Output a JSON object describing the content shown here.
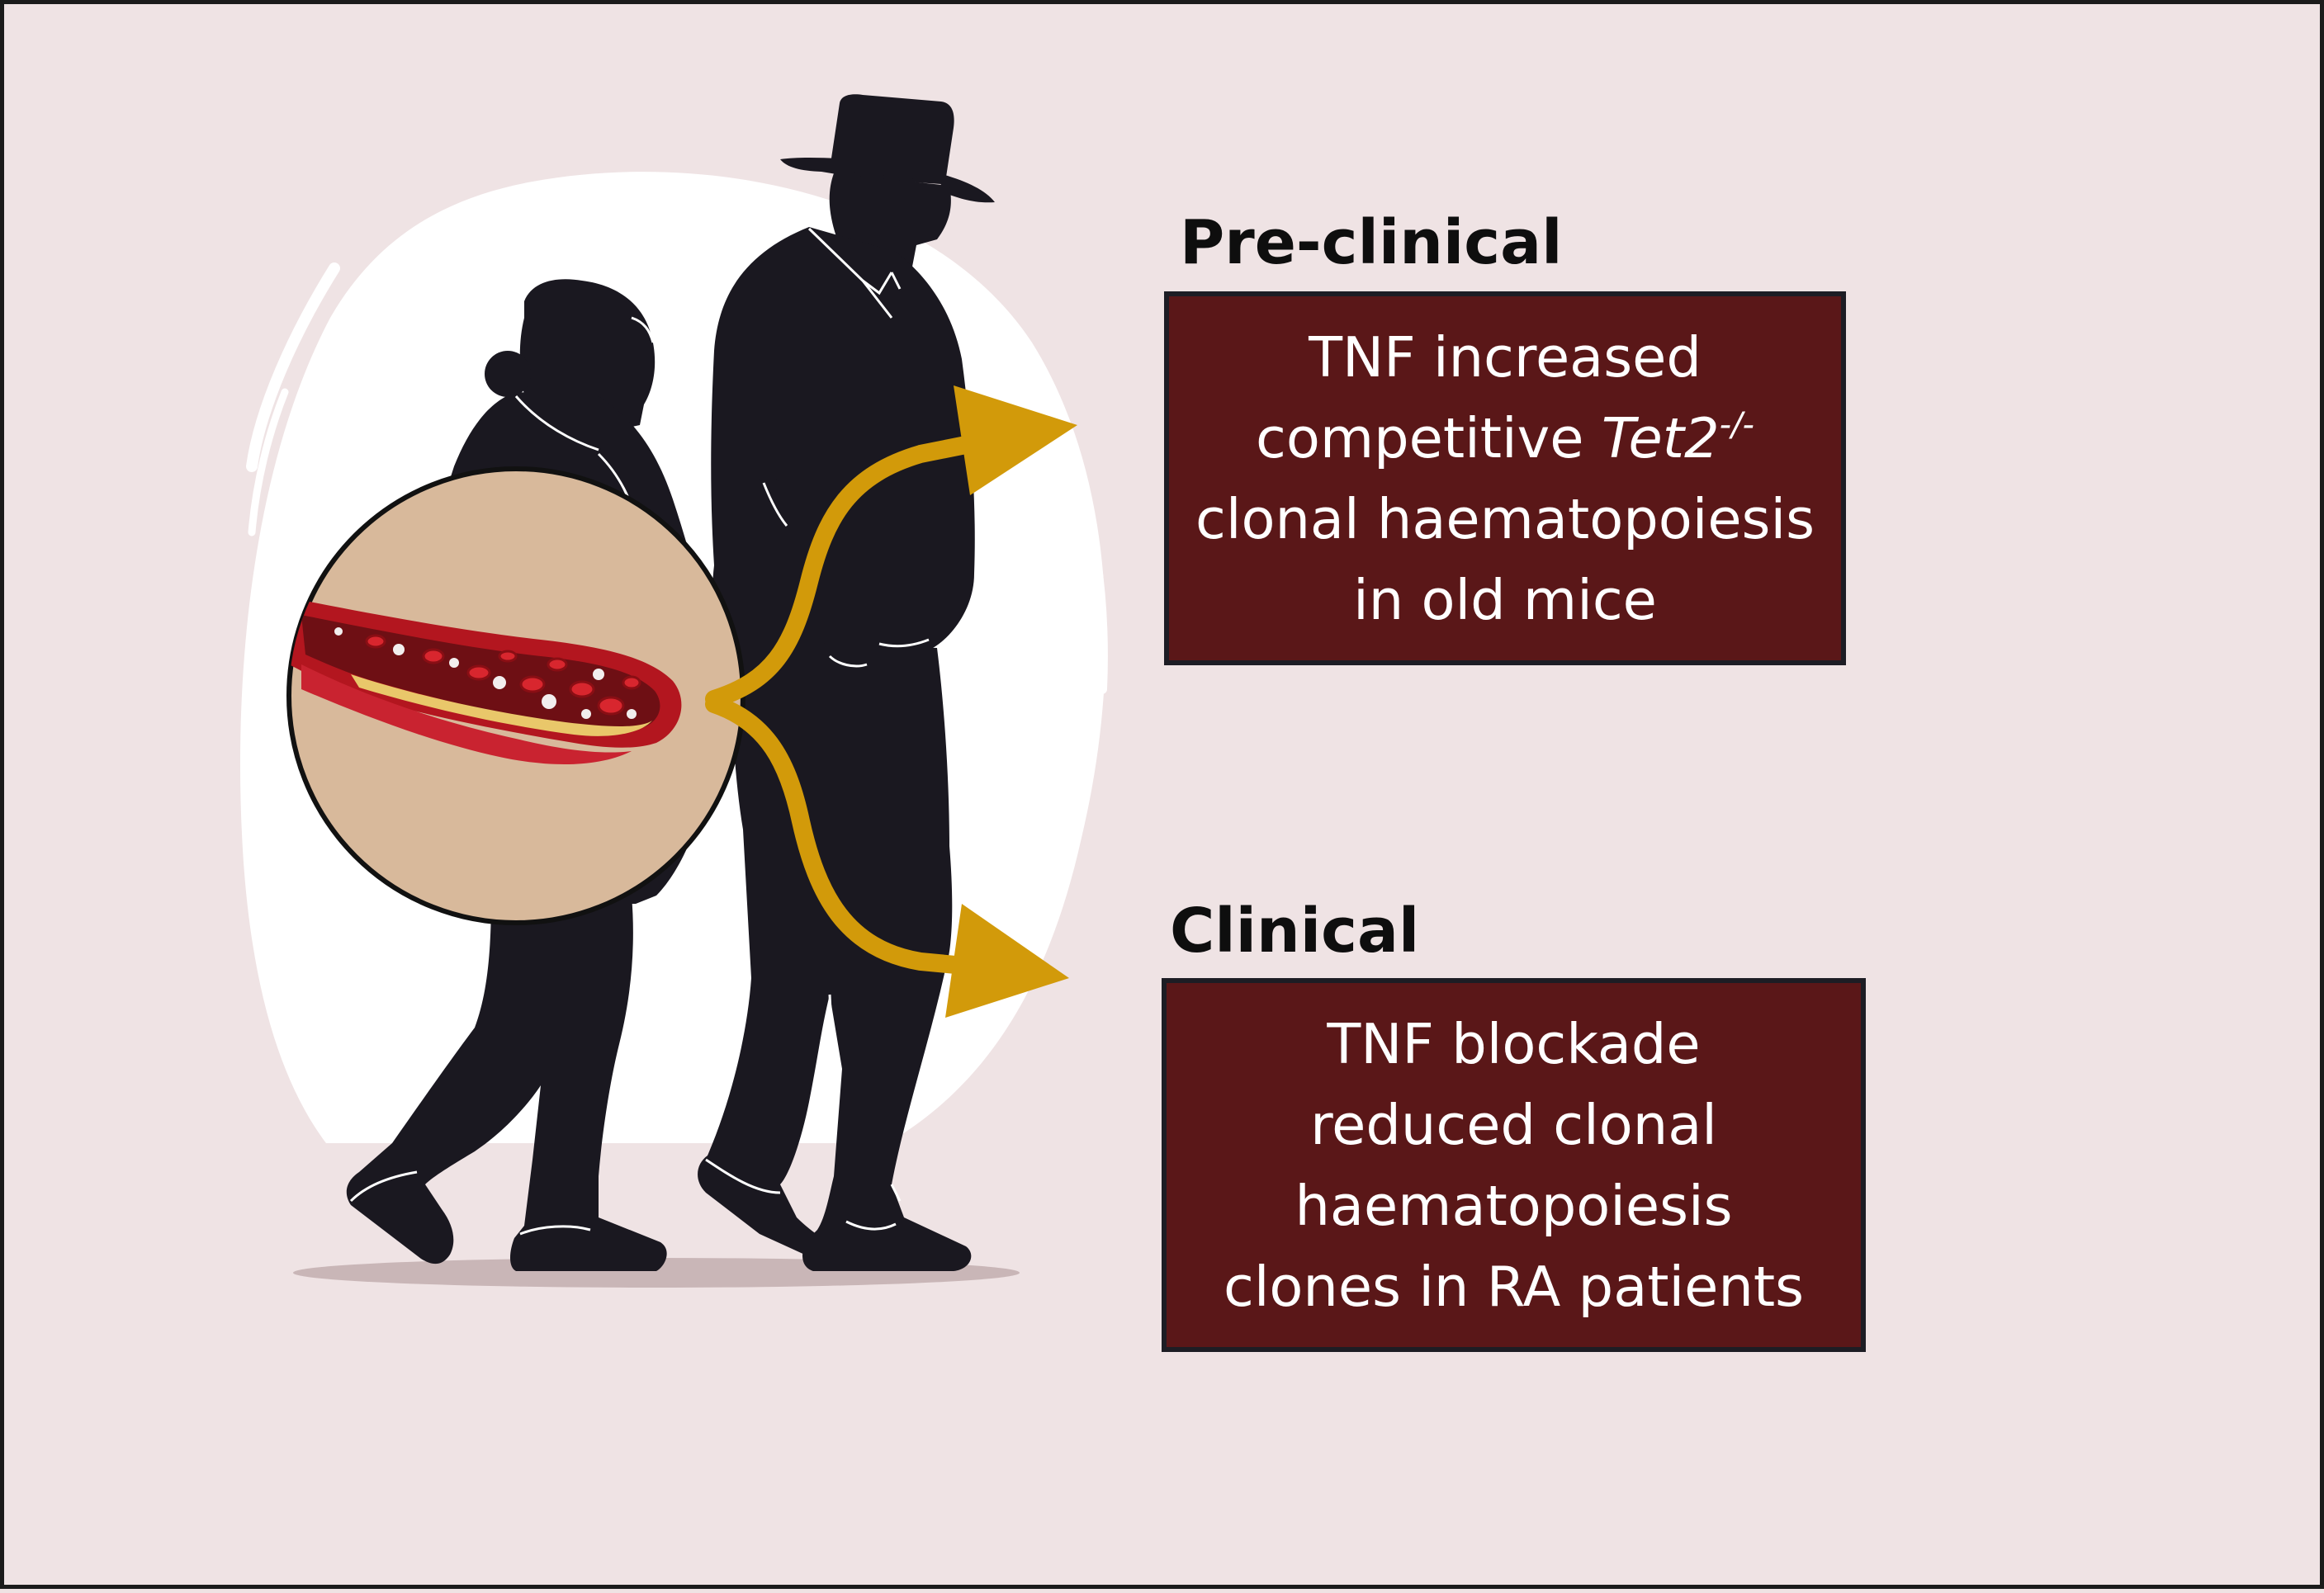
{
  "sections": {
    "preclinical": {
      "heading": "Pre-clinical",
      "line1": "TNF increased",
      "line2_prefix": "competitive ",
      "gene": "Tet2",
      "genotype": "-/-",
      "line3": "clonal haematopoiesis",
      "line4": "in old mice"
    },
    "clinical": {
      "heading": "Clinical",
      "lines": [
        "TNF blockade",
        "reduced clonal",
        "haematopoiesis",
        "clones in RA patients"
      ]
    }
  },
  "colors": {
    "background": "#efe3e4",
    "box_fill": "#5a1718",
    "box_text": "#ffffff",
    "arrow": "#d29a0a",
    "silhouette": "#1a1820",
    "inset_circle": "#d8b99b",
    "vessel": "#b3161f"
  },
  "icons": {
    "figures": "elderly-couple-walking-silhouette",
    "inset": "artery-with-blood-cells-icon",
    "arrows": "branching-arrow-icon"
  }
}
